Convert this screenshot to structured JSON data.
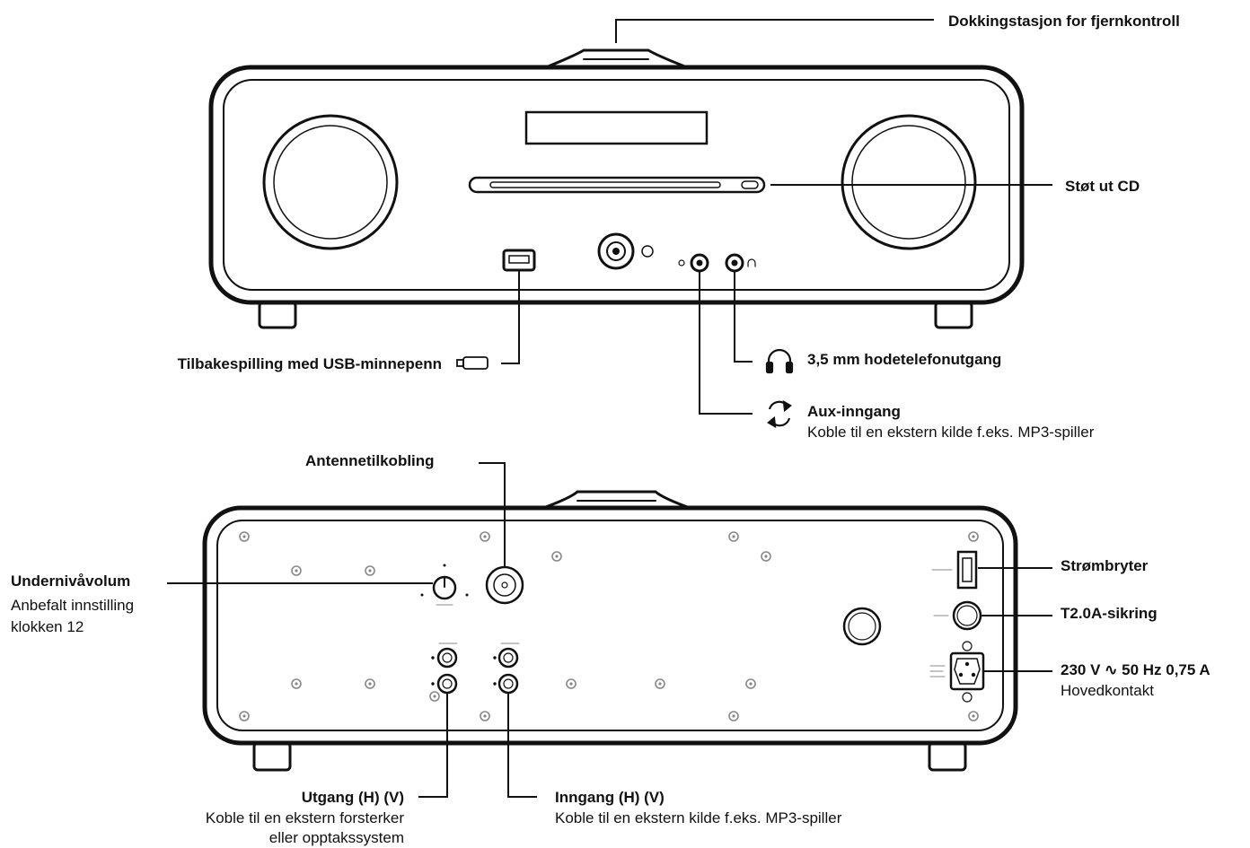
{
  "front": {
    "dock_label": "Dokkingstasjon for fjernkontroll",
    "eject_label": "Støt ut CD",
    "usb_label": "Tilbakespilling med USB-minnepenn",
    "headphone_label": "3,5 mm hodetelefonutgang",
    "aux_label": "Aux-inngang",
    "aux_desc": "Koble til en ekstern kilde f.eks. MP3-spiller"
  },
  "back": {
    "antenna_label": "Antennetilkobling",
    "sub_label": "Undernivåvolum",
    "sub_desc_1": "Anbefalt innstilling",
    "sub_desc_2": "klokken 12",
    "power_switch_label": "Strømbryter",
    "fuse_label": "T2.0A-sikring",
    "mains_label": "230 V ∿ 50 Hz 0,75 A",
    "mains_desc": "Hovedkontakt",
    "output_label": "Utgang (H) (V)",
    "output_desc_1": "Koble til en ekstern forsterker",
    "output_desc_2": "eller opptakssystem",
    "input_label": "Inngang (H) (V)",
    "input_desc": "Koble til en ekstern kilde f.eks. MP3-spiller"
  },
  "colors": {
    "line": "#111111",
    "panel": "#ffffff",
    "screw": "#888888"
  }
}
